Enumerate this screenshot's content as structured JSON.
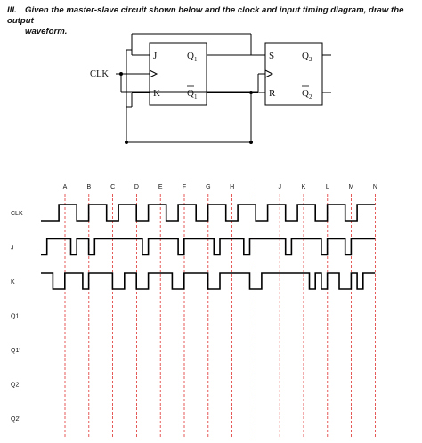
{
  "question": {
    "number": "III.",
    "line1": "Given the master-slave circuit shown below and the clock and input timing diagram, draw the output",
    "line2": "waveform."
  },
  "circuit": {
    "clk_label": "CLK",
    "ff1": {
      "in_top": "J",
      "in_bottom": "K",
      "out_top_main": "Q",
      "out_top_sub": "1",
      "out_bottom_main": "Q",
      "out_bottom_sub": "1"
    },
    "ff2": {
      "in_top": "S",
      "in_bottom": "R",
      "out_top_main": "Q",
      "out_top_sub": "2",
      "out_bottom_main": "Q",
      "out_bottom_sub": "2"
    }
  },
  "timing": {
    "markers": [
      "A",
      "B",
      "C",
      "D",
      "E",
      "F",
      "G",
      "H",
      "I",
      "J",
      "K",
      "L",
      "M",
      "N"
    ],
    "signals": [
      {
        "name": "CLK",
        "levels": [
          0,
          0,
          0,
          1,
          1,
          1,
          0,
          0,
          1,
          1,
          1,
          0,
          0,
          1,
          1,
          1,
          0,
          0,
          1,
          1,
          1,
          0,
          0,
          1,
          1,
          1,
          0,
          0,
          1,
          1,
          1,
          0,
          0,
          1,
          1,
          1,
          0,
          0,
          1,
          1,
          1,
          0,
          0,
          1,
          1,
          1,
          0,
          0,
          1,
          1,
          1,
          0,
          0,
          1,
          1,
          1
        ]
      },
      {
        "name": "J",
        "levels": [
          0,
          1,
          1,
          1,
          1,
          0,
          1,
          1,
          0,
          1,
          1,
          1,
          1,
          1,
          1,
          1,
          1,
          0,
          1,
          1,
          1,
          1,
          1,
          0,
          1,
          1,
          1,
          1,
          1,
          0,
          1,
          1,
          1,
          1,
          0,
          1,
          1,
          1,
          1,
          1,
          1,
          0,
          1,
          1,
          1,
          1,
          1,
          0,
          1,
          1,
          1,
          0,
          1,
          1,
          1,
          1
        ]
      },
      {
        "name": "K",
        "levels": [
          1,
          1,
          0,
          0,
          1,
          1,
          1,
          0,
          1,
          1,
          1,
          1,
          0,
          0,
          1,
          1,
          0,
          0,
          1,
          1,
          1,
          1,
          0,
          0,
          1,
          1,
          1,
          1,
          0,
          0,
          1,
          1,
          1,
          1,
          1,
          0,
          0,
          1,
          1,
          1,
          1,
          1,
          1,
          1,
          1,
          0,
          1,
          0,
          1,
          1,
          0,
          0,
          1,
          0,
          1,
          1
        ]
      },
      {
        "name": "Q1",
        "levels": []
      },
      {
        "name": "Q1'",
        "levels": []
      },
      {
        "name": "Q2",
        "levels": []
      },
      {
        "name": "Q2'",
        "levels": []
      }
    ],
    "colors": {
      "marker_line": "#e03030",
      "wave": "#000000",
      "gate_line": "#000000"
    }
  }
}
